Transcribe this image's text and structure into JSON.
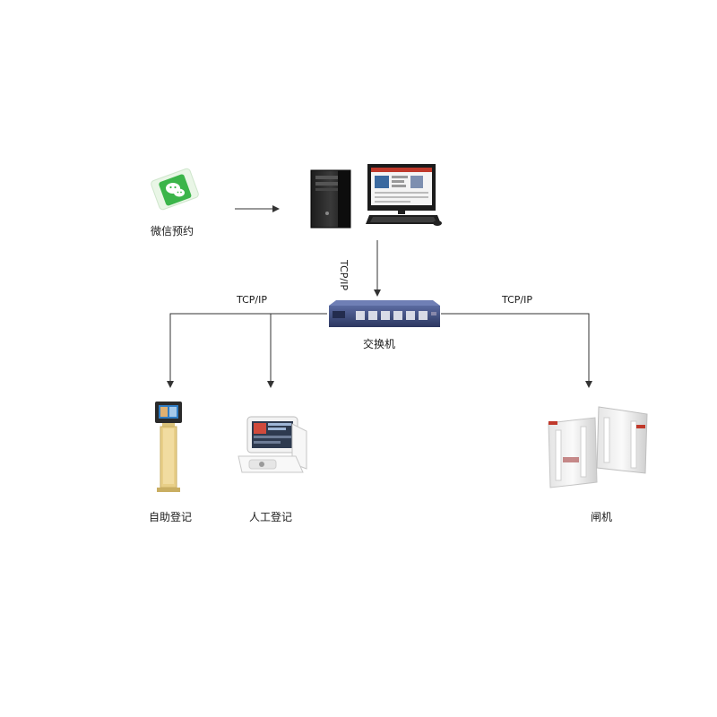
{
  "nodes": {
    "wechat": {
      "label": "微信预约",
      "icon": "wechat-phone-icon"
    },
    "server": {
      "icon": "desktop-computer-icon"
    },
    "switch": {
      "label": "交换机",
      "icon": "network-switch-icon"
    },
    "self_register": {
      "label": "自助登记",
      "icon": "kiosk-stand-icon"
    },
    "manual_register": {
      "label": "人工登记",
      "icon": "pos-terminal-icon"
    },
    "gate": {
      "label": "闸机",
      "icon": "turnstile-gate-icon"
    }
  },
  "links": {
    "server_switch": "TCP/IP",
    "switch_left": "TCP/IP",
    "switch_right": "TCP/IP"
  },
  "colors": {
    "line": "#333333",
    "wechat_green": "#3bb54a",
    "switch_body": "#3c4a78",
    "kiosk_pole": "#e8cf88"
  }
}
